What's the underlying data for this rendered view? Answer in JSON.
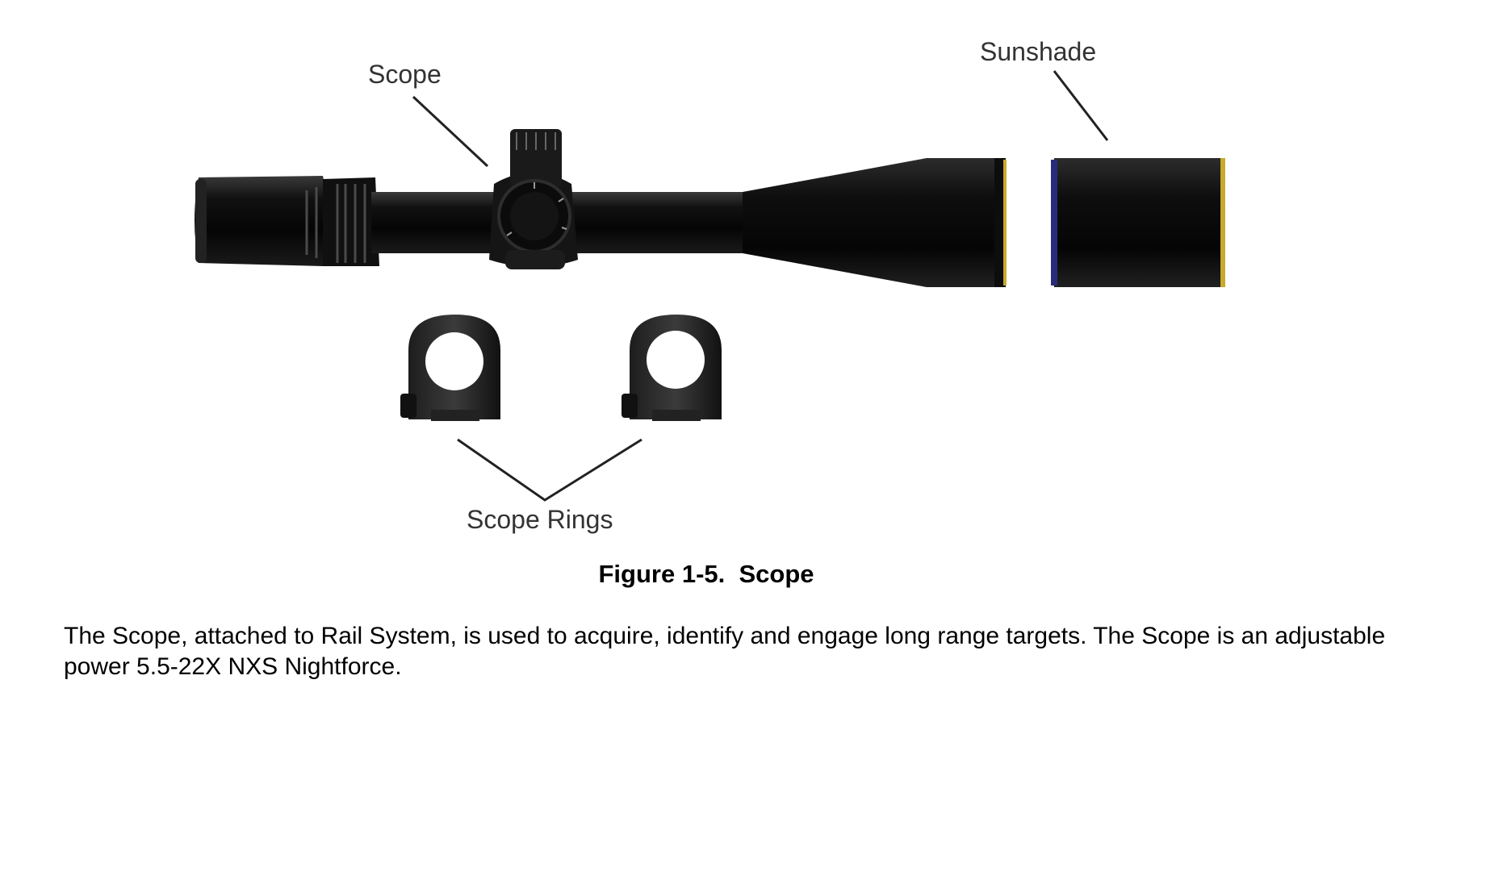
{
  "figure": {
    "callouts": {
      "scope": "Scope",
      "sunshade": "Sunshade",
      "scope_rings": "Scope Rings"
    },
    "caption": "Figure 1-5.  Scope"
  },
  "body": {
    "paragraph": "The Scope, attached to Rail System, is used to acquire, identify and engage long range targets. The Scope is an adjustable power 5.5-22X NXS Nightforce."
  }
}
